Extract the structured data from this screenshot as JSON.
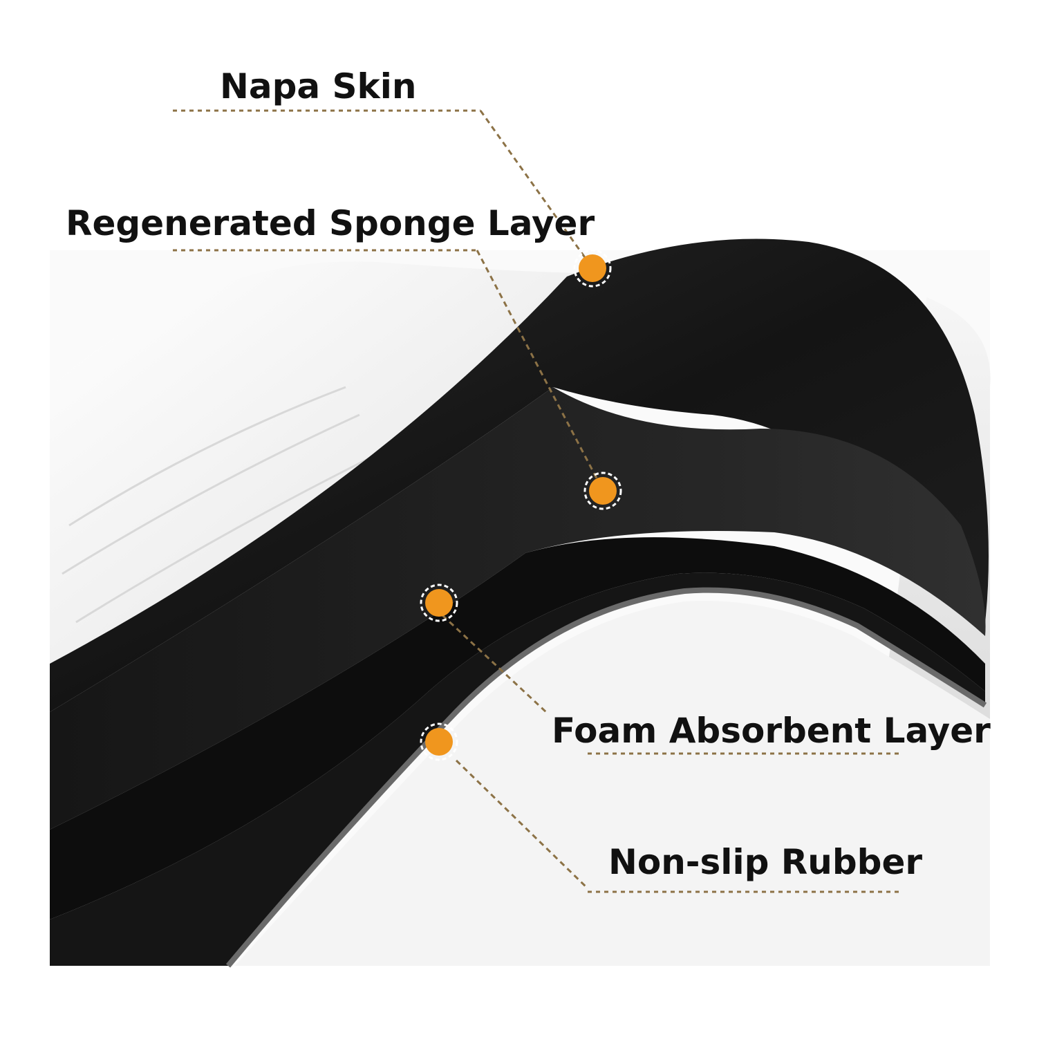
{
  "diagram": {
    "layers": [
      {
        "label": "Napa Skin"
      },
      {
        "label": "Regenerated Sponge Layer"
      },
      {
        "label": "Foam Absorbent Layer"
      },
      {
        "label": "Non-slip Rubber"
      }
    ]
  },
  "colors": {
    "marker": "#f0961e",
    "leader": "#8c7246",
    "label": "#111111",
    "top_surface": "#f3f3f3",
    "layer_dark": "#1c1c1c",
    "layer_black": "#0d0d0d",
    "rubber_edge": "#6a6a6a"
  }
}
